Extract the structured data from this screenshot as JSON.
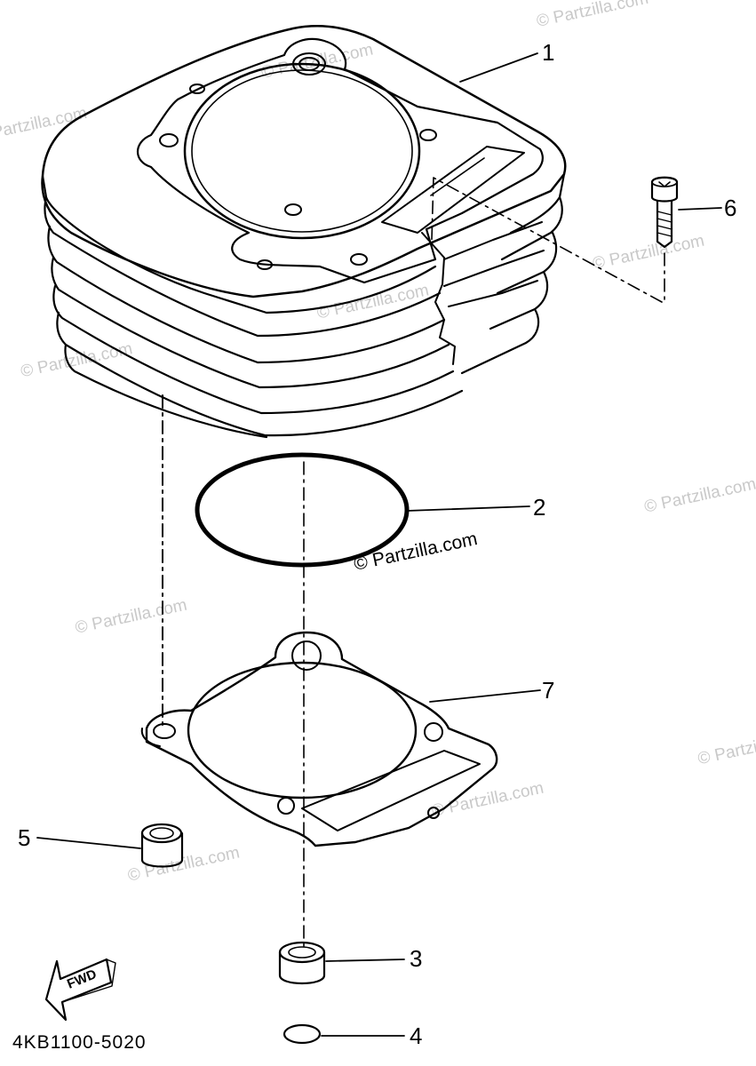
{
  "diagram": {
    "drawing_code": "4KB1100-5020",
    "direction_label": "FWD",
    "watermark_text": "© Partzilla.com",
    "parts": [
      {
        "callout": "1",
        "name": "cylinder"
      },
      {
        "callout": "2",
        "name": "o-ring"
      },
      {
        "callout": "3",
        "name": "dowel-pin"
      },
      {
        "callout": "4",
        "name": "o-ring-small"
      },
      {
        "callout": "5",
        "name": "dowel-pin"
      },
      {
        "callout": "6",
        "name": "bolt"
      },
      {
        "callout": "7",
        "name": "cylinder-gasket"
      }
    ],
    "colors": {
      "ink": "#000000",
      "watermark": "#c9c9c9",
      "background": "#ffffff"
    }
  }
}
